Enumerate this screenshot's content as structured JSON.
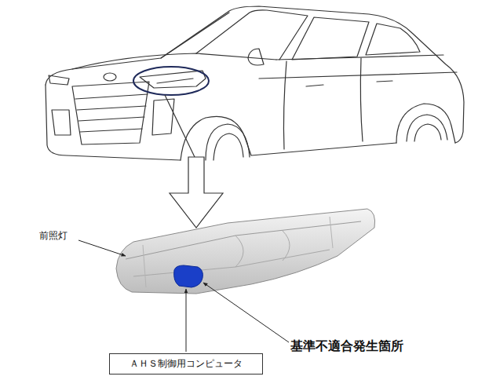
{
  "diagram": {
    "nodes": [
      {
        "text": [
          "ＡＨＳ制御用コンピュータ"
        ]
      }
    ],
    "labels": [
      "前照灯",
      "基準不適合発生箇所"
    ]
  }
}
